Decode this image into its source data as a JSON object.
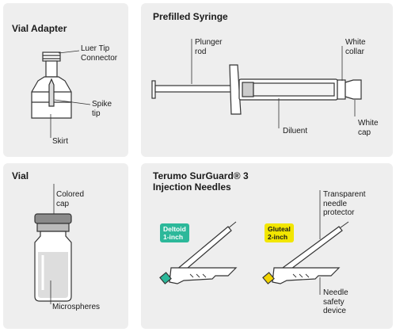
{
  "vial_adapter": {
    "title": "Vial Adapter",
    "labels": {
      "luer_tip_connector": [
        "Luer Tip",
        "Connector"
      ],
      "spike_tip": [
        "Spike",
        "tip"
      ],
      "skirt": "Skirt"
    }
  },
  "prefilled_syringe": {
    "title": "Prefilled Syringe",
    "labels": {
      "plunger_rod": [
        "Plunger",
        "rod"
      ],
      "white_collar": [
        "White",
        "collar"
      ],
      "diluent": "Diluent",
      "white_cap": [
        "White",
        "cap"
      ]
    }
  },
  "vial": {
    "title": "Vial",
    "labels": {
      "colored_cap": [
        "Colored",
        "cap"
      ],
      "microspheres": "Microspheres"
    }
  },
  "needles": {
    "title_line1": "Terumo SurGuard® 3",
    "title_line2": "Injection Needles",
    "badges": {
      "deltoid": [
        "Deltoid",
        "1-inch"
      ],
      "gluteal": [
        "Gluteal",
        "2-inch"
      ]
    },
    "labels": {
      "transparent_needle_protector": [
        "Transparent",
        "needle",
        "protector"
      ],
      "needle_safety_device": [
        "Needle",
        "safety",
        "device"
      ]
    }
  },
  "colors": {
    "panel_bg": "#eeeeee",
    "deltoid_badge": "#2cb89a",
    "gluteal_badge": "#f2e600",
    "deltoid_hub": "#2cb89a",
    "gluteal_hub": "#f2d400"
  }
}
